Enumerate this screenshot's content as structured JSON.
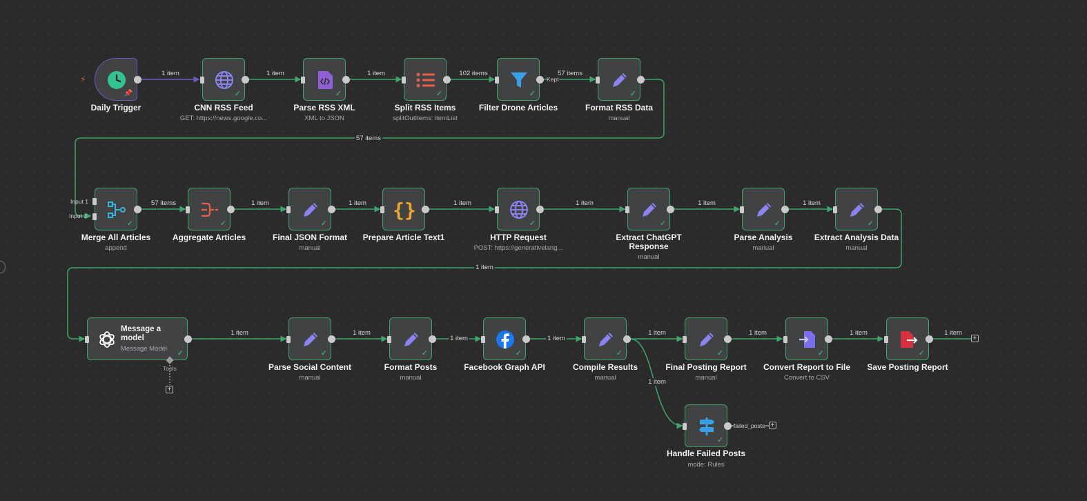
{
  "colors": {
    "accent_green": "#3fa56b",
    "trigger_purple": "#6a5cc0"
  },
  "nodes": [
    {
      "id": "daily_trigger",
      "title": "Daily Trigger",
      "subtitle": "",
      "icon": "clock-icon"
    },
    {
      "id": "cnn_rss_feed",
      "title": "CNN RSS Feed",
      "subtitle": "GET: https://news.google.co...",
      "icon": "globe-icon"
    },
    {
      "id": "parse_rss_xml",
      "title": "Parse RSS XML",
      "subtitle": "XML to JSON",
      "icon": "xml-file-icon"
    },
    {
      "id": "split_rss_items",
      "title": "Split RSS Items",
      "subtitle": "splitOutItems: itemList",
      "icon": "list-icon"
    },
    {
      "id": "filter_drone_articles",
      "title": "Filter Drone Articles",
      "subtitle": "",
      "icon": "filter-icon"
    },
    {
      "id": "format_rss_data",
      "title": "Format RSS Data",
      "subtitle": "manual",
      "icon": "pencil-icon"
    },
    {
      "id": "merge_all_articles",
      "title": "Merge All Articles",
      "subtitle": "append",
      "icon": "merge-icon"
    },
    {
      "id": "aggregate_articles",
      "title": "Aggregate Articles",
      "subtitle": "",
      "icon": "aggregate-icon"
    },
    {
      "id": "final_json_format",
      "title": "Final JSON Format",
      "subtitle": "manual",
      "icon": "pencil-icon"
    },
    {
      "id": "prepare_article_text1",
      "title": "Prepare Article Text1",
      "subtitle": "",
      "icon": "braces-icon"
    },
    {
      "id": "http_request",
      "title": "HTTP Request",
      "subtitle": "POST: https://generativelang...",
      "icon": "globe-icon"
    },
    {
      "id": "extract_chatgpt_response",
      "title": "Extract ChatGPT Response",
      "subtitle": "manual",
      "icon": "pencil-icon"
    },
    {
      "id": "parse_analysis",
      "title": "Parse Analysis",
      "subtitle": "manual",
      "icon": "pencil-icon"
    },
    {
      "id": "extract_analysis_data",
      "title": "Extract Analysis Data",
      "subtitle": "manual",
      "icon": "pencil-icon"
    },
    {
      "id": "message_a_model",
      "title": "Message a model",
      "subtitle": "Message Model",
      "icon": "openai-icon"
    },
    {
      "id": "parse_social_content",
      "title": "Parse Social Content",
      "subtitle": "manual",
      "icon": "pencil-icon"
    },
    {
      "id": "format_posts",
      "title": "Format Posts",
      "subtitle": "manual",
      "icon": "pencil-icon"
    },
    {
      "id": "facebook_graph_api",
      "title": "Facebook Graph API",
      "subtitle": "",
      "icon": "facebook-icon"
    },
    {
      "id": "compile_results",
      "title": "Compile Results",
      "subtitle": "manual",
      "icon": "pencil-icon"
    },
    {
      "id": "final_posting_report",
      "title": "Final Posting Report",
      "subtitle": "manual",
      "icon": "pencil-icon"
    },
    {
      "id": "convert_report_to_file",
      "title": "Convert Report to File",
      "subtitle": "Convert to CSV",
      "icon": "file-convert-icon"
    },
    {
      "id": "save_posting_report",
      "title": "Save Posting Report",
      "subtitle": "",
      "icon": "save-file-icon"
    },
    {
      "id": "handle_failed_posts",
      "title": "Handle Failed Posts",
      "subtitle": "mode: Rules",
      "icon": "signpost-icon"
    }
  ],
  "edge_labels": {
    "trigger_to_cnn": "1 item",
    "cnn_to_parse": "1 item",
    "parse_to_split": "1 item",
    "split_to_filter": "102 items",
    "filter_to_format": "57 items",
    "filter_output": "Kept",
    "format_to_merge": "57 items",
    "merge_to_aggregate": "57 items",
    "aggregate_to_final": "1 item",
    "final_to_prepare": "1 item",
    "prepare_to_http": "1 item",
    "http_to_extract": "1 item",
    "extract_to_parse": "1 item",
    "parse_to_extract_data": "1 item",
    "extract_data_to_message": "1 item",
    "message_to_social": "1 item",
    "social_to_format_posts": "1 item",
    "format_posts_to_facebook": "1 item",
    "facebook_to_compile": "1 item",
    "compile_to_final_report": "1 item",
    "final_report_to_convert": "1 item",
    "convert_to_save": "1 item",
    "save_output": "1 item",
    "compile_to_failed": "1 item",
    "failed_output": "failed_posts"
  },
  "ports": {
    "input1": "Input 1",
    "input2": "Input 2",
    "tools": "Tools"
  }
}
